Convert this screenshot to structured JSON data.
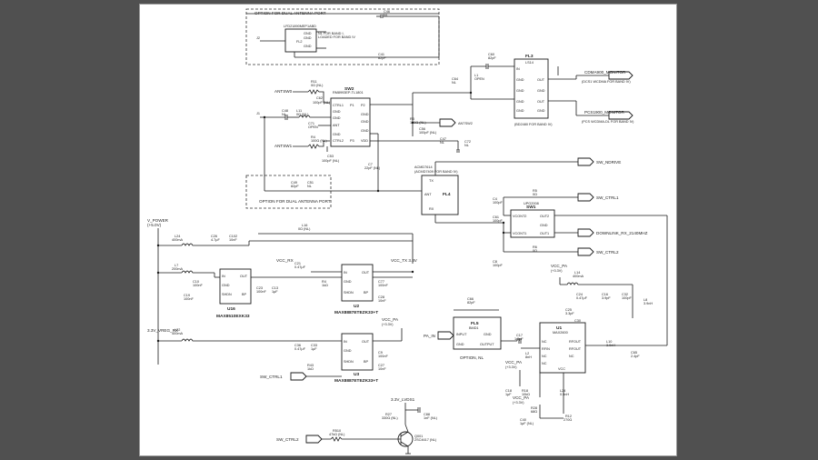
{
  "notes": {
    "dual_top": "OPTION FOR DUAL ANTENNA PORT",
    "dual_bottom": "OPTION FOR DUAL ANTENNA PORT",
    "nl_band1": "NL FOR BAND I,",
    "loaded_band4": "LOADED FOR BAND IV",
    "option_nl": "OPTION, NL",
    "open": "OPEN"
  },
  "parts": {
    "fl2": "FL2",
    "fl2_pn": "LFD21890MEP1ABD",
    "c46": "C46",
    "c46_val": "NL",
    "c41": "C41",
    "c41_val": "82pF",
    "fl3": "FL3",
    "fl3_pn": "LS14",
    "c60": "C60",
    "c60_val": "82pF",
    "c64": "C64",
    "c64_val": "NL",
    "l1": "L1",
    "l1_val": "OPEN",
    "r11": "R11",
    "r11_val": "0Ω (NL)",
    "c62": "C62",
    "c62_val": "100pF (NL)",
    "sw2": "SW2",
    "sw2_pn": "RM8993EP-TL1801",
    "c48": "C48",
    "c48_val": "NL",
    "l11": "L11",
    "l11_val": "0Ω (NL)",
    "c71": "C71",
    "c71_val": "OPEN",
    "r4": "R4",
    "r4_val": "100Ω (NL)",
    "c53": "C53",
    "c53_val": "100pF (NL)",
    "r3": "R3",
    "r3_val": "100Ω (NL)",
    "c56": "C56",
    "c56_val": "100pF (NL)",
    "c47": "C47",
    "c47_val": "NL",
    "c72": "C72",
    "c72_val": "NL",
    "c7": "C7",
    "c7_val": "22pF (NL)",
    "fl4": "FL4",
    "fl4_pn": "ACMD7614",
    "fl4_alt": "(ACMD7409 FOR BAND IV)",
    "c49": "C49",
    "c49_val": "82pF",
    "c51": "C51",
    "c51_val": "NL",
    "r5": "R5",
    "r5_val": "0Ω",
    "c4": "C4",
    "c4_val": "100pF",
    "sw1": "SW1",
    "sw1_pn": "UPG2008",
    "c61": "C61",
    "c61_val": "100pF",
    "r6": "R6",
    "r6_val": "0Ω",
    "c8": "C8",
    "c8_val": "100pF",
    "l16": "L16",
    "l16_val": "0Ω (NL)",
    "l24": "L24",
    "l24_val": "400mA",
    "c26": "C26",
    "c26_val": "4.7μF",
    "c102": "C102",
    "c102_val": "10nF",
    "l7": "L7",
    "l7_val": "200mA",
    "c10": "C10",
    "c10_val": "100nF",
    "c19": "C19",
    "c19_val": "100nF",
    "u16": "U16",
    "max8510": "MAX8510EXK33",
    "max8887_1": "MAX8887ETEZK33+T",
    "max8887_2": "MAX8887ETEZK33+T",
    "u2": "U2",
    "u3": "U3",
    "c21": "C21",
    "c21_val": "0.47μF",
    "c23": "C23",
    "c23_val": "100nF",
    "c13": "C13",
    "c13_val": "1μF",
    "r4b": "R4",
    "r4b_val": "1kΩ",
    "c77": "C77",
    "c77_val": "100nF",
    "c28": "C28",
    "c28_val": "10nF",
    "c20": "C20",
    "c20_val": "100nF",
    "l22": "L22",
    "l22_val": "400mA",
    "c36": "C36",
    "c36_val": "0.47μF",
    "c33": "C33",
    "c33_val": "1μF",
    "c9": "C9",
    "c9_val": "100nF",
    "c27": "C27",
    "c27_val": "10nF",
    "r43": "R43",
    "r43_val": "1kΩ",
    "c66": "C66",
    "c66_val": "82pF",
    "fl5": "FL5",
    "fl5_pn": "BMD1",
    "u1": "U1",
    "u1_pn": "MAX2600",
    "l14": "L14",
    "l14_val": "400mA",
    "c24": "C24",
    "c24_val": "0.47μF",
    "c16": "C16",
    "c16_val": "3.9pF",
    "c32": "C32",
    "c32_val": "100pF",
    "l8": "L8",
    "l8_val": "3.9nH",
    "c25": "C25",
    "c25_val": "3.3pF",
    "c30": "C30",
    "c30_val": "3.9pF",
    "l10": "L10",
    "l10_val": "3.9nH",
    "c65": "C65",
    "c65_val": "2.4pF",
    "c17": "C17",
    "c17_val": "1.5pF",
    "l2": "L2",
    "l2_val": "8nH",
    "c18": "C18",
    "c18_val": "1μF",
    "r18": "R18",
    "r18_val": "10kΩ",
    "l24b": "L24",
    "l24b_val": "0.5nH",
    "r28": "R28",
    "r28_val": "68Ω",
    "c40": "C40",
    "c40_val": "1μF (NL)",
    "r12": "R12",
    "r12_val": "270Ω",
    "r27": "R27",
    "r27_val": "330Ω (NL)",
    "c88": "C88",
    "c88_val": "1nF (NL)",
    "r510": "R510",
    "r510_val": "47kΩ (NL)",
    "q001": "Q001",
    "q001_pn": "2SC4617 (NL)"
  },
  "pins": {
    "in": "IN",
    "out": "OUT",
    "gnd": "GND",
    "shdn": "SHDN",
    "bp": "BP",
    "rfin": "RFIN",
    "rfout": "RFOUT",
    "vcc": "VCC",
    "nc": "NC",
    "ant": "ANT",
    "rx": "RX",
    "tx": "TX",
    "input": "INPUT",
    "output": "OUTPUT",
    "ctrl1": "CTRL1",
    "ctrl2": "CTRL2",
    "vcont1": "VCONT1",
    "vcont2": "VCONT2",
    "out1": "OUT1",
    "out2": "OUT2",
    "p1": "P1",
    "p2": "P2",
    "p3": "P3",
    "vdd": "VDD"
  },
  "nets": {
    "ant_sw0": "ANTSW0",
    "ant_sw1": "ANTSW1",
    "ant_sw2": "ANTSW2",
    "sw_ndrive": "SW_NDRIVE",
    "sw_ctrl1": "SW_CTRL1",
    "sw_ctrl2": "SW_CTRL2",
    "v_power": "V_POWER",
    "v_power_range": "(+5.0V)",
    "vcc_rx": "VCC_RX",
    "vcc_tx": "VCC_TX 3.3V",
    "vref_rx": "3.3V_VREG_RX",
    "vcc_pa_1": "VCC_PA",
    "vcc_pa_1b": "(+3.3V)",
    "vcc_pa_2": "VCC_PA",
    "vcc_pa_2b": "(+3.3V)",
    "vcc_pa_3": "VCC_PA",
    "vcc_pa_3b": "(+3.3V)",
    "vcc_pa_4": "VCC_PA",
    "vcc_pa_4b": "(+3.3V)",
    "pa_in": "PA_IN",
    "v_lvds": "3.3V_LVDS1",
    "j1": "J1",
    "j2": "J2"
  },
  "ports": {
    "cdma_mon": "CDMA900_MONITOR",
    "cdma_mon_sub": "(DCS1 WCDMA FOR BAND IV)",
    "pcs_mon": "PCS1900_MONITOR",
    "pcs_mon_sub": "(PCS WCDMA-DL FOR BAND IV)",
    "band4": "(BD2480 FOR BAND IV)",
    "downlink": "DOWNLINK_RX_2140MHZ"
  }
}
